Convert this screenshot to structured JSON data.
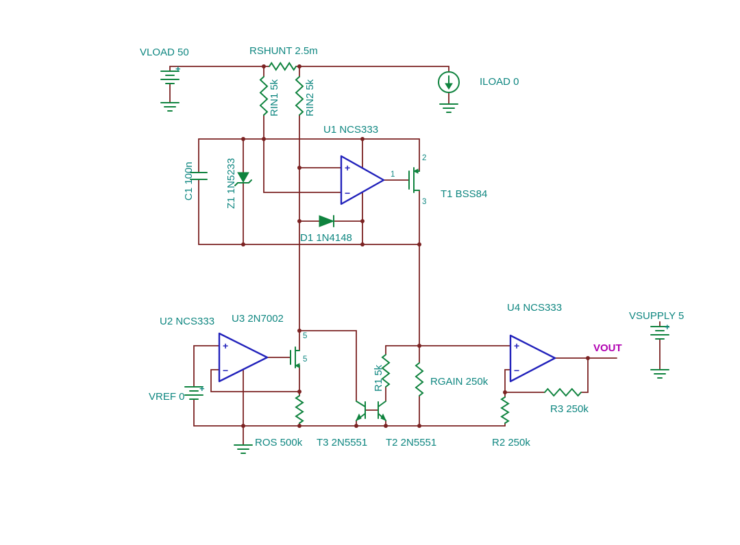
{
  "figure": {
    "type": "analog-circuit-schematic",
    "background": "#ffffff"
  },
  "colors": {
    "wire": "#7b2222",
    "component": "#0f833e",
    "label": "#0e8680",
    "opamp": "#2222bb",
    "netlabel": "#b100b1"
  },
  "labels": {
    "vload": "VLOAD 50",
    "rshunt": "RSHUNT 2.5m",
    "rin1": "RIN1 5k",
    "rin2": "RIN2 5k",
    "iload": "ILOAD 0",
    "u1": "U1 NCS333",
    "t1": "T1 BSS84",
    "c1": "C1 100n",
    "z1": "Z1 1N5233",
    "d1": "D1 1N4148",
    "u2": "U2 NCS333",
    "u3": "U3 2N7002",
    "vref": "VREF 0",
    "ros": "ROS 500k",
    "t3": "T3 2N5551",
    "t2": "T2 2N5551",
    "r1": "R1 5k",
    "rgain": "RGAIN 250k",
    "u4": "U4 NCS333",
    "vout": "VOUT",
    "vsupply": "VSUPPLY 5",
    "r3": "R3 250k",
    "r2": "R2 250k"
  },
  "pins": {
    "u1_out": "1",
    "t1_top": "2",
    "t1_bottom": "3",
    "u3_drain": "5",
    "u3_source": "5"
  },
  "marks": {
    "plus": "+",
    "minus": "−",
    "battery_plus": "+"
  }
}
